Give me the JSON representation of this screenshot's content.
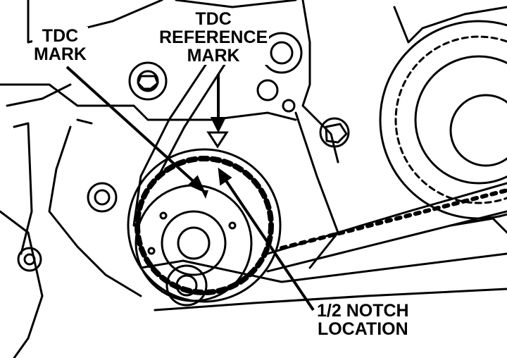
{
  "labels": {
    "tdc_mark": [
      "TDC",
      "MARK"
    ],
    "tdc_reference_mark": [
      "TDC",
      "REFERENCE",
      "MARK"
    ],
    "half_notch_location": [
      "1/2 NOTCH",
      "LOCATION"
    ]
  },
  "colors": {
    "ink": "#000000",
    "paper": "#ffffff"
  }
}
